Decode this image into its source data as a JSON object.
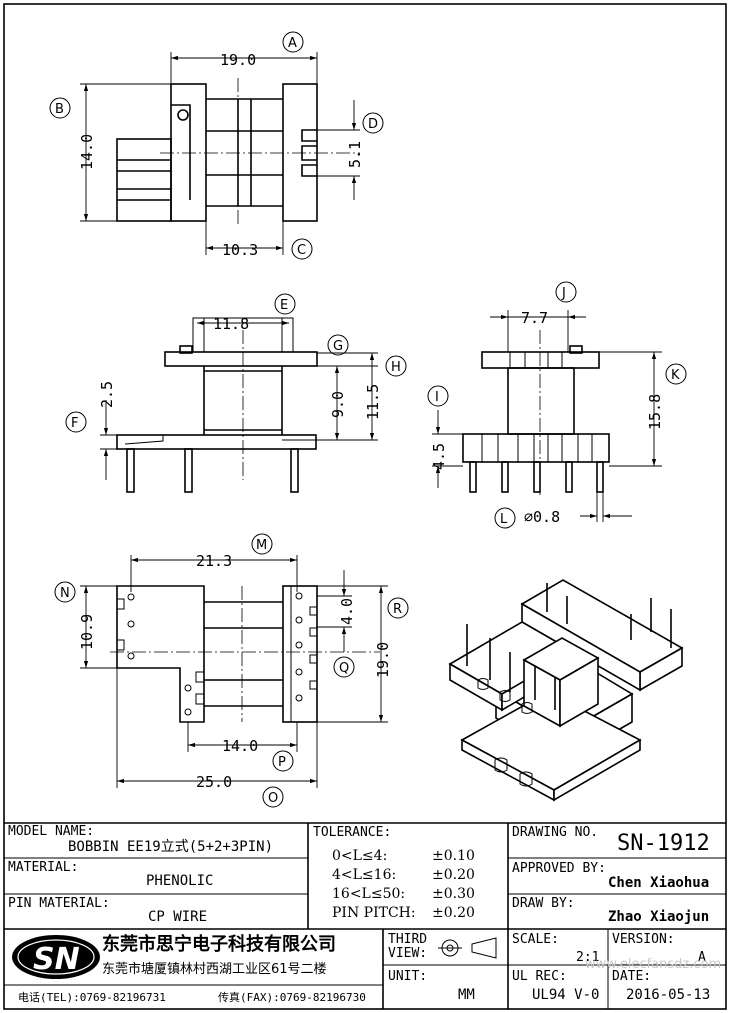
{
  "dimensions": {
    "A": {
      "letter": "A",
      "value": "19.0"
    },
    "B": {
      "letter": "B",
      "value": "14.0"
    },
    "C": {
      "letter": "C",
      "value": "10.3"
    },
    "D": {
      "letter": "D",
      "value": "5.1"
    },
    "E": {
      "letter": "E",
      "value": "11.8"
    },
    "F": {
      "letter": "F",
      "value": "2.5"
    },
    "G": {
      "letter": "G"
    },
    "H": {
      "letter": "H",
      "value": "11.5"
    },
    "I": {
      "letter": "I",
      "value": "4.5"
    },
    "J": {
      "letter": "J",
      "value": "7.7"
    },
    "K": {
      "letter": "K",
      "value": "15.8"
    },
    "L": {
      "letter": "L",
      "value": "⌀0.8"
    },
    "M": {
      "letter": "M",
      "value": "21.3"
    },
    "N": {
      "letter": "N",
      "value": "10.9"
    },
    "O": {
      "letter": "O",
      "value": "25.0"
    },
    "P": {
      "letter": "P",
      "value": "14.0"
    },
    "Q": {
      "letter": "Q",
      "value": "4.0"
    },
    "R": {
      "letter": "R",
      "value": "19.0"
    },
    "extra_90": "9.0"
  },
  "title_block": {
    "model_name_label": "MODEL NAME:",
    "model_name_value": "BOBBIN EE19立式(5+2+3PIN)",
    "material_label": "MATERIAL:",
    "material_value": "PHENOLIC",
    "pin_material_label": "PIN MATERIAL:",
    "pin_material_value": "CP WIRE",
    "tolerance_label": "TOLERANCE:",
    "tolerances": [
      {
        "range": "0<L≤4:",
        "value": "±0.10"
      },
      {
        "range": "4<L≤16:",
        "value": "±0.20"
      },
      {
        "range": "16<L≤50:",
        "value": "±0.30"
      },
      {
        "range": "PIN PITCH:",
        "value": "±0.20"
      }
    ],
    "drawing_no_label": "DRAWING NO.",
    "drawing_no_value": "SN-1912",
    "approved_by_label": "APPROVED BY:",
    "approved_by_value": "Chen Xiaohua",
    "draw_by_label": "DRAW BY:",
    "draw_by_value": "Zhao Xiaojun",
    "logo_text": "SN",
    "company_name": "东莞市思宁电子科技有限公司",
    "company_address": "东莞市塘厦镇林村西湖工业区61号二楼",
    "tel": "电话(TEL):0769-82196731",
    "fax": "传真(FAX):0769-82196730",
    "third_view_label": "THIRD VIEW:",
    "scale_label": "SCALE:",
    "scale_value": "2:1",
    "version_label": "VERSION:",
    "version_value": "A",
    "unit_label": "UNIT:",
    "unit_value": "MM",
    "ul_rec_label": "UL REC:",
    "ul_rec_value": "UL94 V-0",
    "date_label": "DATE:",
    "date_value": "2016-05-13",
    "watermark": "www.elecfansdz.com"
  }
}
